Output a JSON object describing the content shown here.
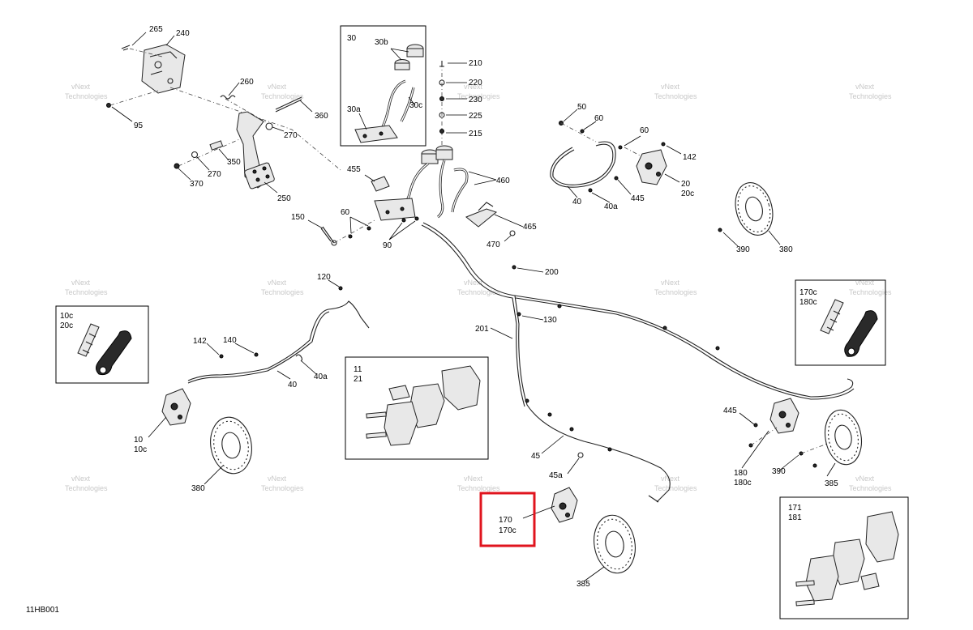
{
  "diagram_code": "11HB001",
  "watermark_text": [
    "vNext",
    "Technologies"
  ],
  "highlight_color": "#e0141e",
  "highlight_labels": [
    "170",
    "170c"
  ],
  "callouts": {
    "l265": "265",
    "l240": "240",
    "l95": "95",
    "l260": "260",
    "l360": "360",
    "l270a": "270",
    "l270b": "270",
    "l350": "350",
    "l370": "370",
    "l250": "250",
    "l150": "150",
    "l60a": "60",
    "l90": "90",
    "l455": "455",
    "l460": "460",
    "l465": "465",
    "l470": "470",
    "l210": "210",
    "l220": "220",
    "l230": "230",
    "l225": "225",
    "l215": "215",
    "l50": "50",
    "l60b": "60",
    "l60c": "60",
    "l142a": "142",
    "l20": "20",
    "l20c": "20c",
    "l445a": "445",
    "l40a": "40",
    "l40a_b": "40a",
    "l390a": "390",
    "l380a": "380",
    "l120": "120",
    "l142b": "142",
    "l140": "140",
    "l40b": "40",
    "l40a_c": "40a",
    "l10": "10",
    "l10c": "10c",
    "l380b": "380",
    "l200": "200",
    "l130": "130",
    "l201": "201",
    "l45": "45",
    "l45a": "45a",
    "l445b": "445",
    "l180": "180",
    "l180c": "180c",
    "l390b": "390",
    "l385a": "385",
    "l385b": "385"
  },
  "insets": {
    "master_cyl": [
      "30",
      "30b",
      "30a",
      "30c"
    ],
    "pads_front": [
      "11",
      "21"
    ],
    "bleeder_front": [
      "10c",
      "20c"
    ],
    "bleeder_rear": [
      "170c",
      "180c"
    ],
    "pads_rear": [
      "171",
      "181"
    ]
  }
}
